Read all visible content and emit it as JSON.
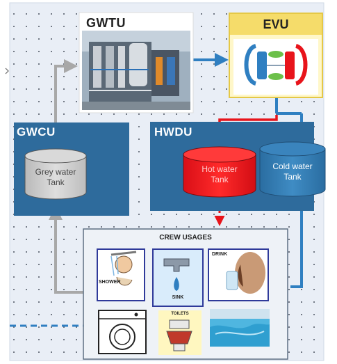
{
  "units": {
    "gwtu": {
      "title": "GWTU"
    },
    "evu": {
      "title": "EVU"
    },
    "gwcu": {
      "title": "GWCU",
      "tank": "Grey water\nTank"
    },
    "hwdu": {
      "title": "HWDU",
      "hot_tank": "Hot water\nTank",
      "cold_tank": "Cold water\nTank"
    }
  },
  "crew": {
    "title": "CREW USAGES",
    "items": [
      {
        "name": "shower",
        "label": "SHOWER"
      },
      {
        "name": "sink",
        "label": "SINK"
      },
      {
        "name": "drink",
        "label": "DRINK"
      },
      {
        "name": "washing-machine",
        "label": ""
      },
      {
        "name": "toilets",
        "label": "TOILETS"
      },
      {
        "name": "pool",
        "label": ""
      }
    ]
  },
  "colors": {
    "background": "#e9eef6",
    "unit_blue": "#2e6b9c",
    "flow_blue": "#2f7fc1",
    "hot_red": "#e8141b",
    "grey_flow": "#a8a8a8",
    "evu_yellow": "#f5dc6a"
  }
}
